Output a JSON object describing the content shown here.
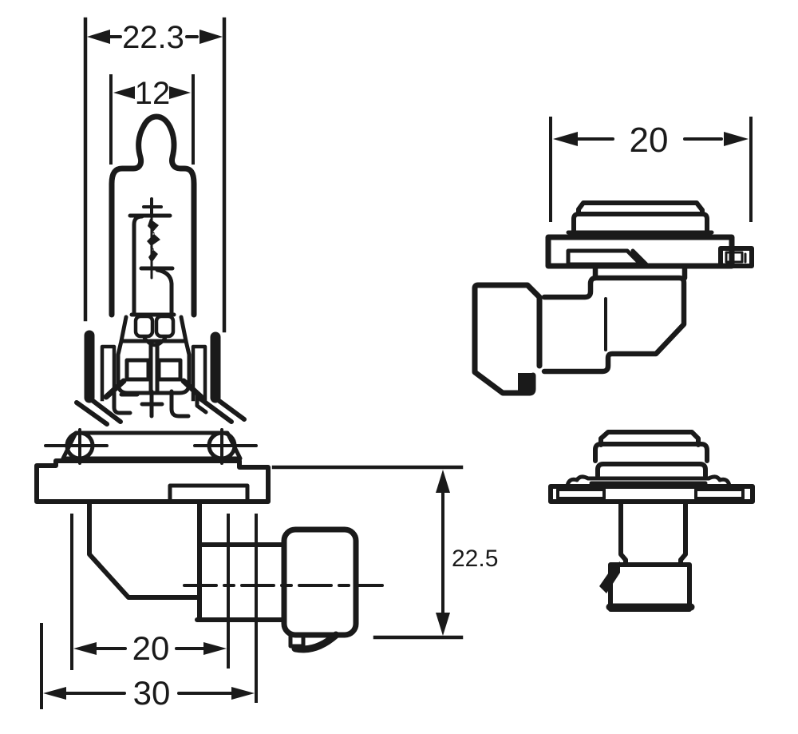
{
  "drawing": {
    "front_view": {
      "dim_overall_width": "22.3",
      "dim_glass_diameter": "12",
      "dim_height": "22.5",
      "dim_connector_offset": "20",
      "dim_base_width": "30"
    },
    "side_view": {
      "dim_width": "20"
    }
  },
  "colors": {
    "ink": "#1a1a1a",
    "background": "#ffffff"
  }
}
